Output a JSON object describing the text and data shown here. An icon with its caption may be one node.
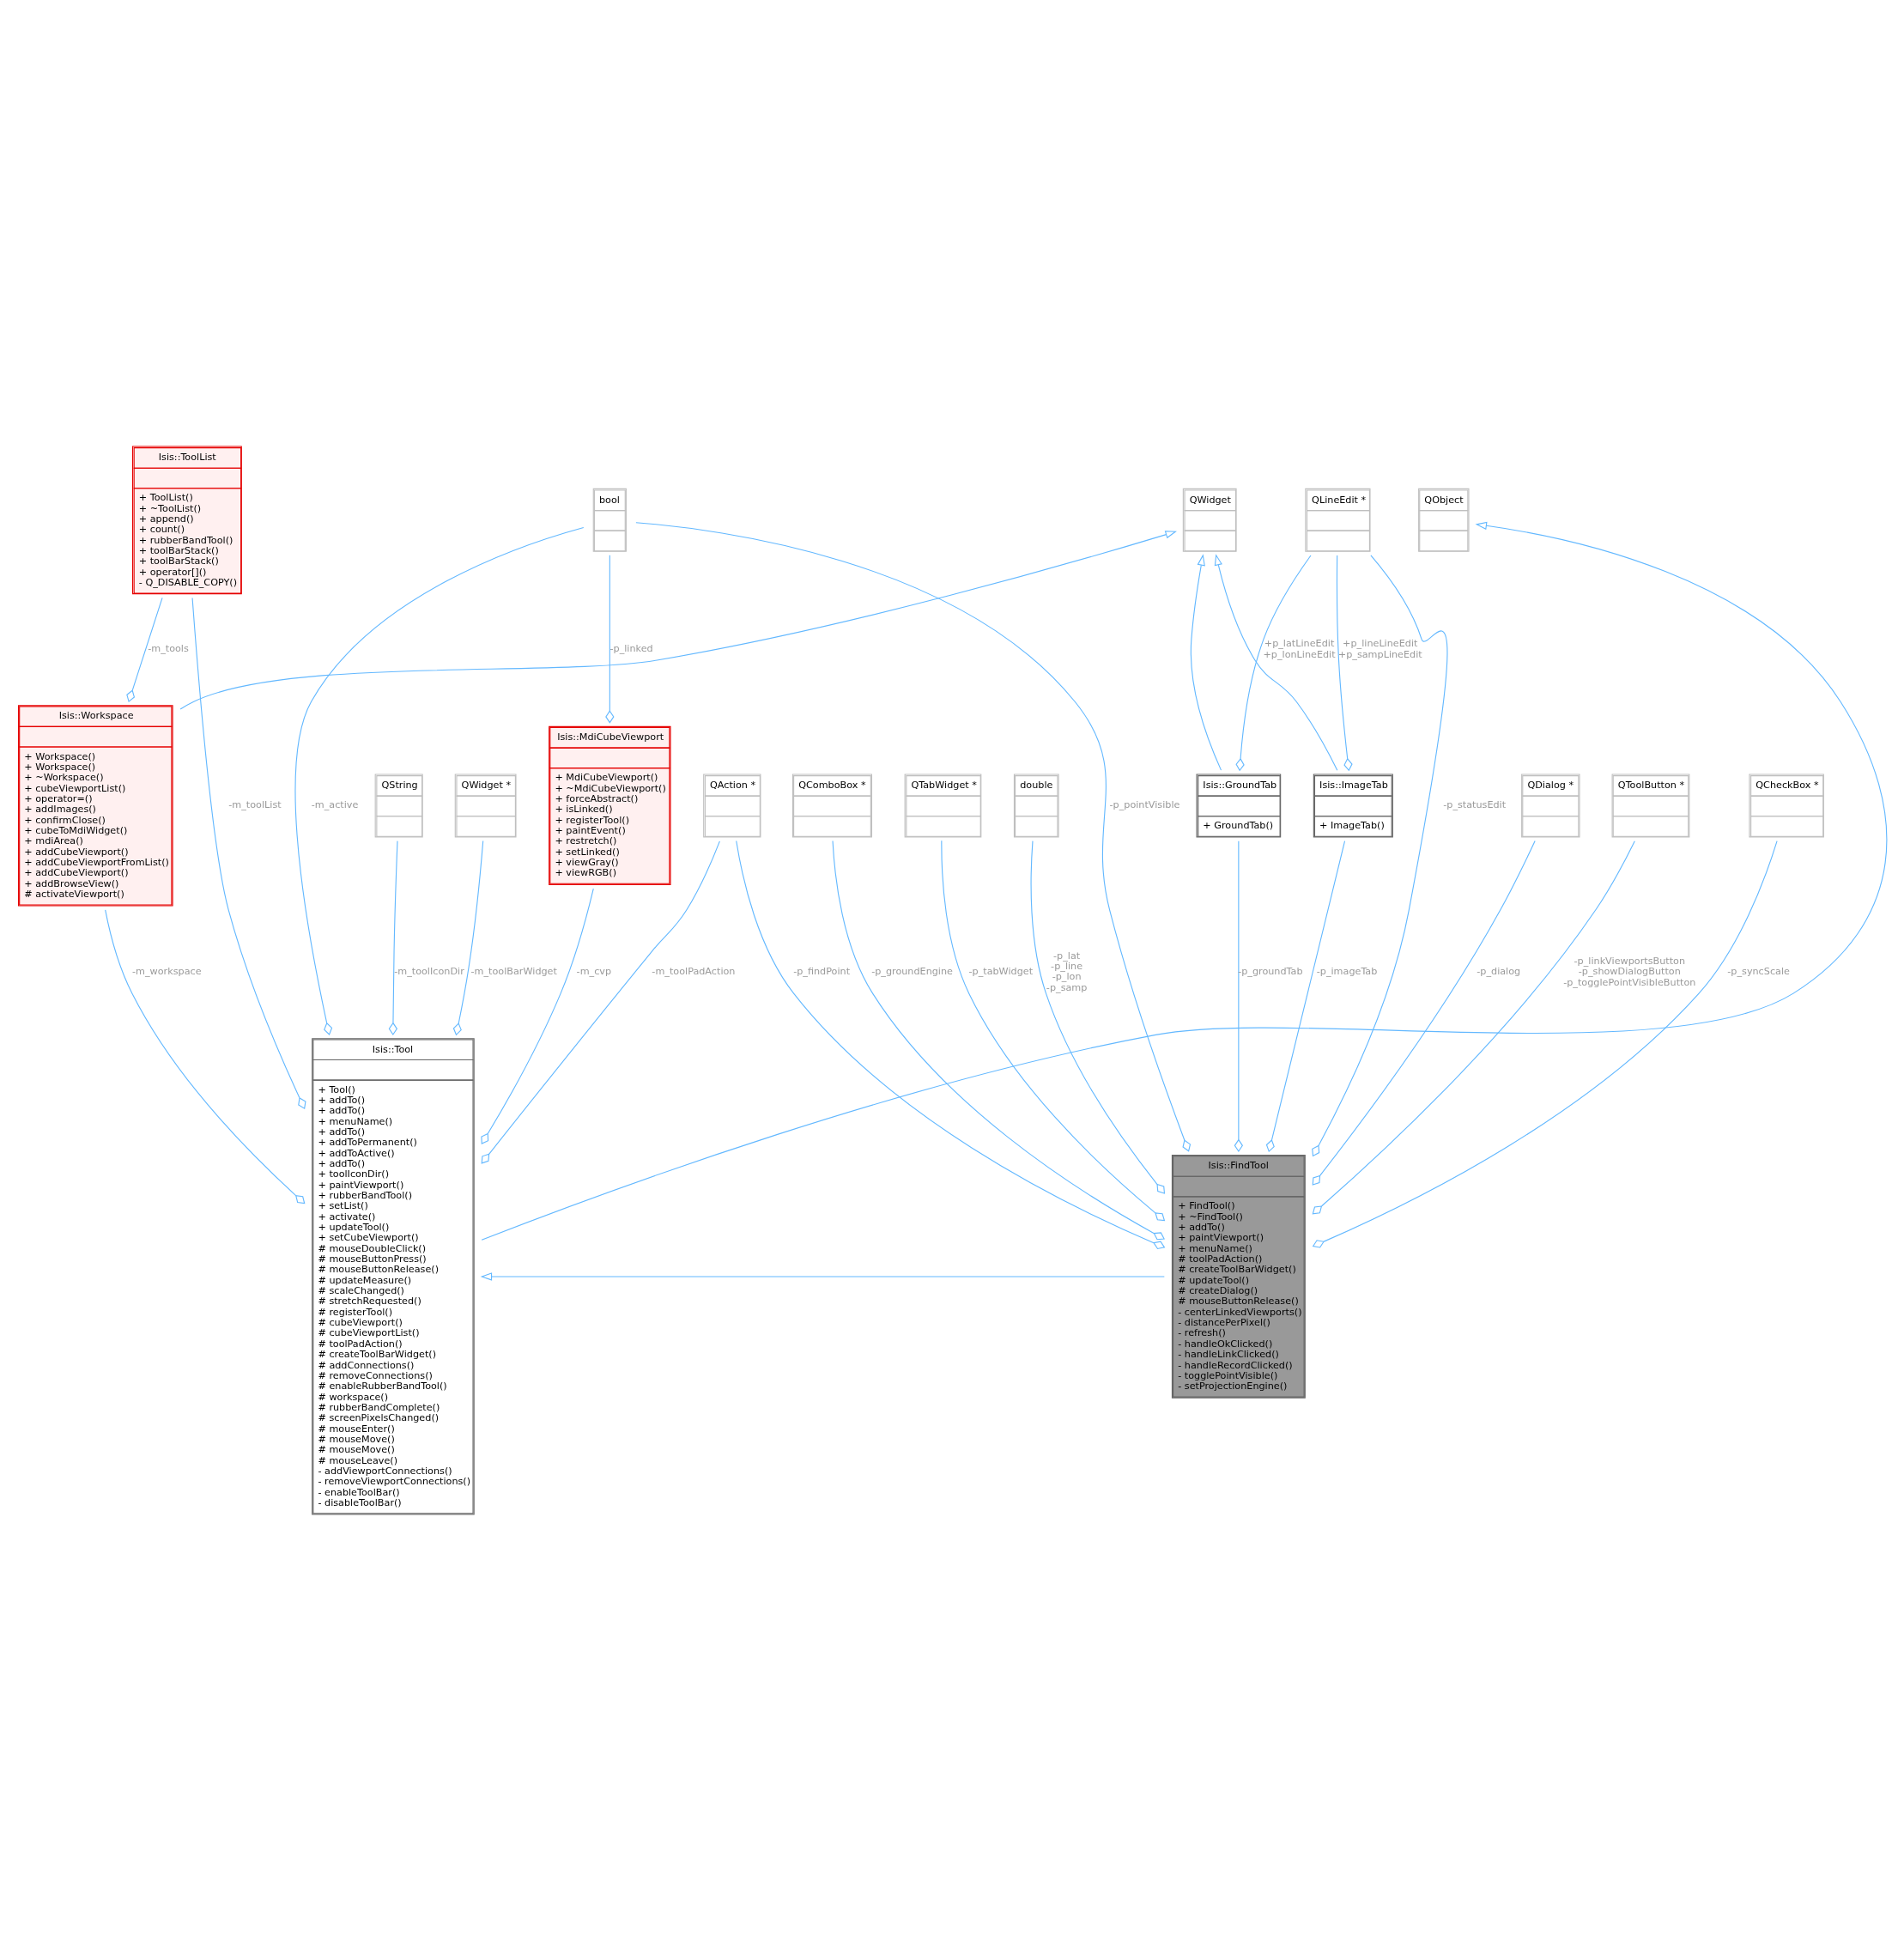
{
  "diagram": {
    "nodes": [
      {
        "text": [
          "bool"
        ]
      },
      {
        "text": [
          "Isis::ToolList",
          "+ ToolList()",
          "+ ~ToolList()",
          "+ append()",
          "+ count()",
          "+ rubberBandTool()",
          "+ toolBarStack()",
          "+ toolBarStack()",
          "+ operator[]()",
          "- Q_DISABLE_COPY()"
        ]
      },
      {
        "text": [
          "QWidget"
        ]
      },
      {
        "text": [
          "Isis::MdiCubeViewport",
          "+ MdiCubeViewport()",
          "+ ~MdiCubeViewport()",
          "+ forceAbstract()",
          "+ isLinked()",
          "+ registerTool()",
          "+ paintEvent()",
          "+ restretch()",
          "+ setLinked()",
          "+ viewGray()",
          "+ viewRGB()"
        ]
      },
      {
        "text": [
          "Isis::Workspace",
          "+ Workspace()",
          "+ Workspace()",
          "+ ~Workspace()",
          "+ cubeViewportList()",
          "+ operator=()",
          "+ addImages()",
          "+ confirmClose()",
          "+ cubeToMdiWidget()",
          "+ mdiArea()",
          "+ addCubeViewport()",
          "+ addCubeViewportFromList()",
          "+ addCubeViewport()",
          "+ addBrowseView()",
          "# activateViewport()"
        ]
      },
      {
        "text": [
          "QString"
        ]
      },
      {
        "text": [
          "QWidget *"
        ]
      },
      {
        "text": [
          "QObject"
        ]
      },
      {
        "text": [
          "QAction *"
        ]
      },
      {
        "text": [
          "QLineEdit *"
        ]
      },
      {
        "text": [
          "Isis::Tool",
          "+ Tool()",
          "+ addTo()",
          "+ addTo()",
          "+ menuName()",
          "+ addTo()",
          "+ addToPermanent()",
          "+ addToActive()",
          "+ addTo()",
          "+ toolIconDir()",
          "+ paintViewport()",
          "+ rubberBandTool()",
          "+ setList()",
          "+ activate()",
          "+ updateTool()",
          "+ setCubeViewport()",
          "# mouseDoubleClick()",
          "# mouseButtonPress()",
          "# mouseButtonRelease()",
          "# updateMeasure()",
          "# scaleChanged()",
          "# stretchRequested()",
          "# registerTool()",
          "# cubeViewport()",
          "# cubeViewportList()",
          "# toolPadAction()",
          "# createToolBarWidget()",
          "# addConnections()",
          "# removeConnections()",
          "# enableRubberBandTool()",
          "# workspace()",
          "# rubberBandComplete()",
          "# screenPixelsChanged()",
          "# mouseEnter()",
          "# mouseMove()",
          "# mouseMove()",
          "# mouseLeave()",
          "- addViewportConnections()",
          "- removeViewportConnections()",
          "- enableToolBar()",
          "- disableToolBar()"
        ]
      },
      {
        "text": [
          "QDialog *"
        ]
      },
      {
        "text": [
          "QToolButton *"
        ]
      },
      {
        "text": [
          "QCheckBox *"
        ]
      },
      {
        "text": [
          "Isis::GroundTab",
          "+ GroundTab()"
        ]
      },
      {
        "text": [
          "QComboBox *"
        ]
      },
      {
        "text": [
          "QTabWidget *"
        ]
      },
      {
        "text": [
          "Isis::ImageTab",
          "+ ImageTab()"
        ]
      },
      {
        "text": [
          "double"
        ]
      },
      {
        "text": [
          "Isis::FindTool",
          "+ FindTool()",
          "+ ~FindTool()",
          "+ addTo()",
          "+ paintViewport()",
          "+ menuName()",
          "# toolPadAction()",
          "# createToolBarWidget()",
          "# updateTool()",
          "# createDialog()",
          "# mouseButtonRelease()",
          "- centerLinkedViewports()",
          "- distancePerPixel()",
          "- refresh()",
          "- handleOkClicked()",
          "- handleLinkClicked()",
          "- handleRecordClicked()",
          "- togglePointVisible()",
          "- setProjectionEngine()"
        ]
      }
    ],
    "edges": [
      {
        "from": 0,
        "to": 3,
        "arrow": "other",
        "label": "-p_linked"
      },
      {
        "from": 0,
        "to": 10,
        "arrow": "other",
        "label": "-m_active"
      },
      {
        "from": 0,
        "to": 19,
        "arrow": "other",
        "label": "-p_pointVisible"
      },
      {
        "from": 1,
        "to": 4,
        "arrow": "other",
        "label": "-m_tools"
      },
      {
        "from": 1,
        "to": 10,
        "arrow": "other",
        "label": "-m_toolList"
      },
      {
        "from": 4,
        "to": 2,
        "arrow": "to"
      },
      {
        "from": 3,
        "to": 10,
        "arrow": "other",
        "label": "-m_cvp"
      },
      {
        "from": 5,
        "to": 10,
        "arrow": "other",
        "label": "-m_toolIconDir"
      },
      {
        "from": 4,
        "to": 10,
        "arrow": "other",
        "label": "-m_workspace"
      },
      {
        "from": 6,
        "to": 10,
        "arrow": "other",
        "label": "-m_toolBarWidget"
      },
      {
        "from": 10,
        "to": 7,
        "arrow": "to"
      },
      {
        "from": 8,
        "to": 10,
        "arrow": "other",
        "label": "-m_toolPadAction"
      },
      {
        "from": 8,
        "to": 19,
        "arrow": "other",
        "label": "-p_findPoint"
      },
      {
        "from": 19,
        "to": 10,
        "arrow": "to"
      },
      {
        "from": 14,
        "to": 2,
        "arrow": "to"
      },
      {
        "from": 17,
        "to": 2,
        "arrow": "to"
      },
      {
        "from": 9,
        "to": 14,
        "arrow": "other",
        "label": "+p_latLineEdit +p_lonLineEdit"
      },
      {
        "from": 9,
        "to": 17,
        "arrow": "other",
        "label": "+p_lineLineEdit +p_sampLineEdit"
      },
      {
        "from": 9,
        "to": 19,
        "arrow": "other",
        "label": "-p_statusEdit"
      },
      {
        "from": 11,
        "to": 19,
        "arrow": "other",
        "label": "-p_dialog"
      },
      {
        "from": 12,
        "to": 19,
        "arrow": "other",
        "label": "-p_linkViewportsButton -p_showDialogButton -p_togglePointVisibleButton"
      },
      {
        "from": 13,
        "to": 19,
        "arrow": "other",
        "label": "-p_syncScale"
      },
      {
        "from": 14,
        "to": 19,
        "arrow": "other",
        "label": "-p_groundTab"
      },
      {
        "from": 15,
        "to": 19,
        "arrow": "other",
        "label": "-p_groundEngine"
      },
      {
        "from": 16,
        "to": 19,
        "arrow": "other",
        "label": "-p_tabWidget"
      },
      {
        "from": 17,
        "to": 19,
        "arrow": "other",
        "label": "-p_imageTab"
      },
      {
        "from": 18,
        "to": 19,
        "arrow": "other",
        "label": "-p_lat -p_line -p_lon -p_samp"
      }
    ]
  }
}
